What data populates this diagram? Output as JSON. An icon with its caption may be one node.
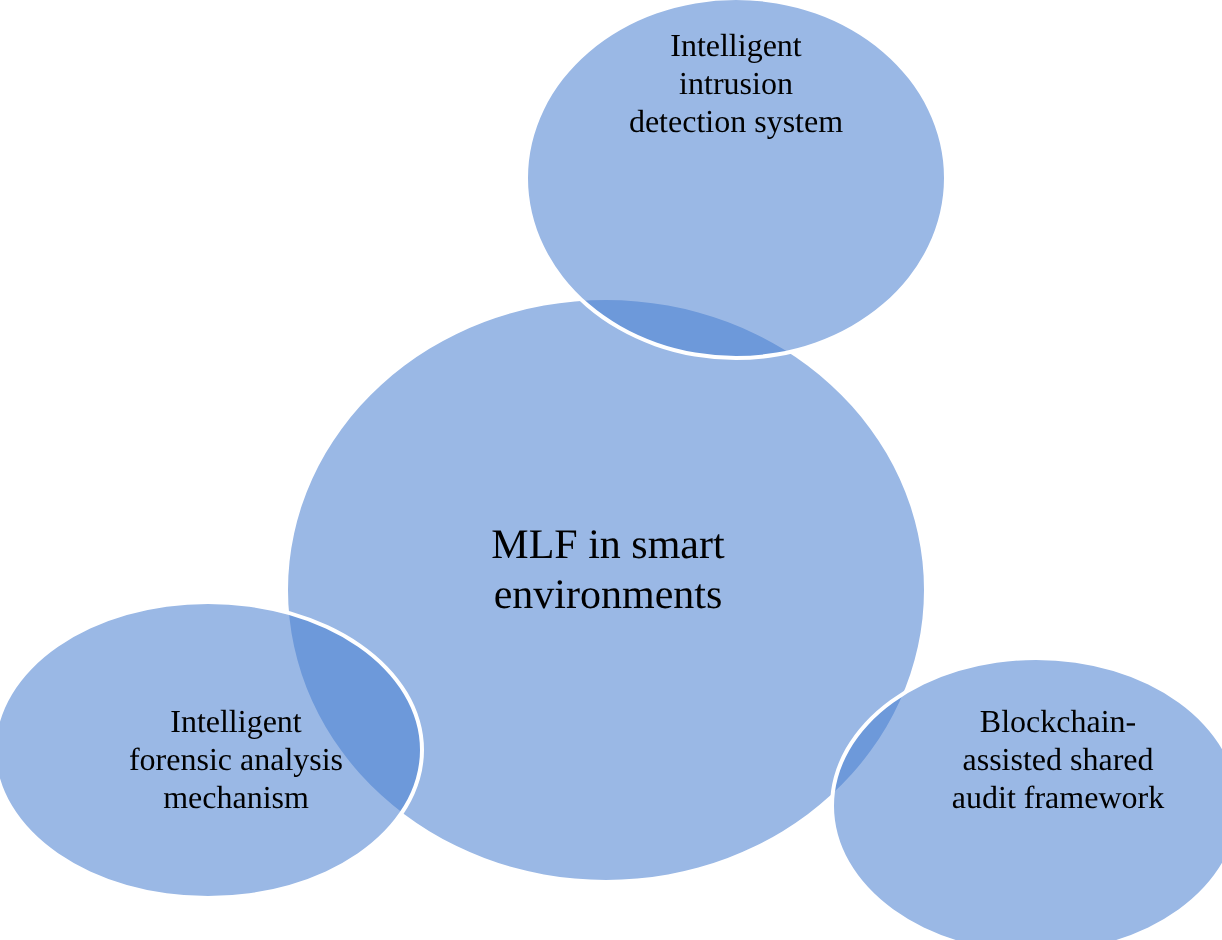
{
  "diagram": {
    "nodes": [
      {
        "text": [
          "MLF in smart environments"
        ]
      },
      {
        "text": [
          "Intelligent intrusion detection system"
        ]
      },
      {
        "text": [
          "Intelligent forensic analysis mechanism"
        ]
      },
      {
        "text": [
          "Blockchain-assisted shared audit framework"
        ]
      }
    ]
  }
}
